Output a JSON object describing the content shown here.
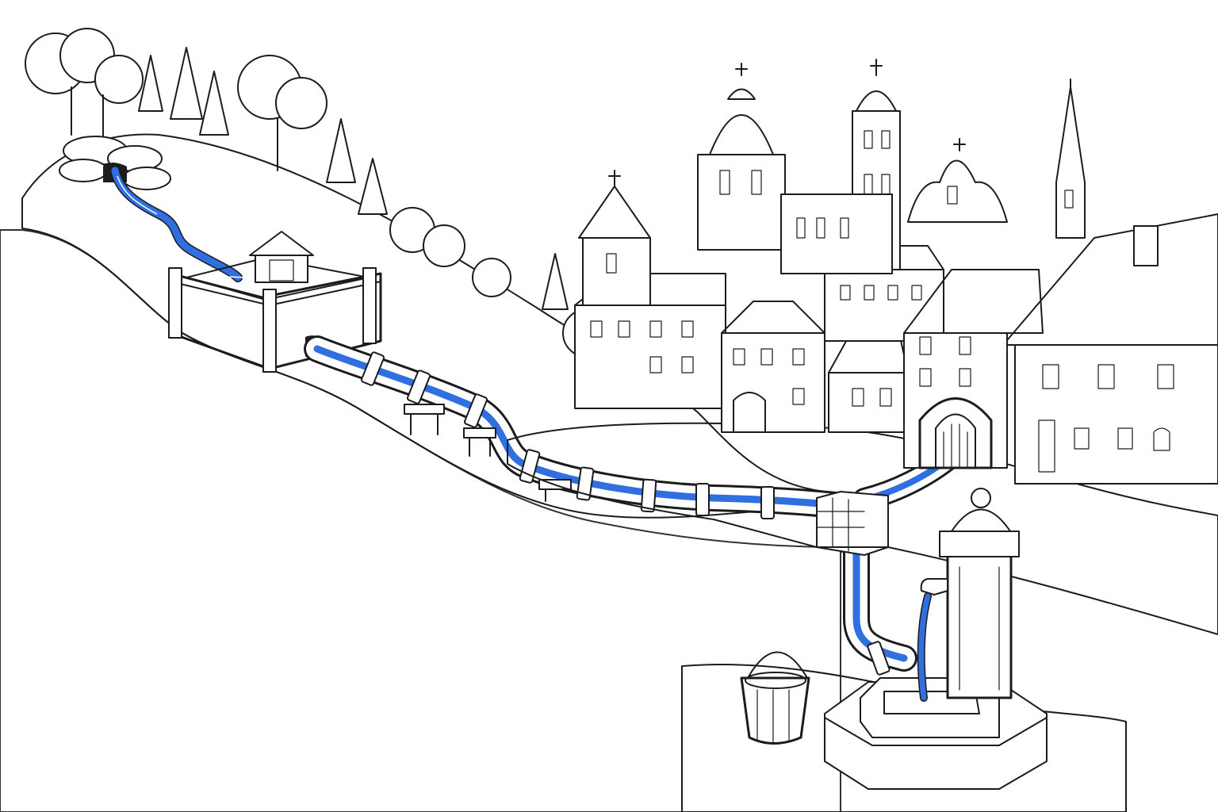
{
  "colors": {
    "ink": "#1c1c1c",
    "paper": "#ffffff",
    "water": "#2f6fe0",
    "water_light": "#6fa4f5"
  },
  "scene": {
    "elements": [
      "spring-source",
      "stream",
      "collection-cistern",
      "pipeline",
      "pipe-supports",
      "junction-box",
      "town-buildings",
      "church-towers",
      "town-gate",
      "cobblestone-square",
      "street-pump",
      "stone-basin",
      "water-bucket"
    ]
  }
}
